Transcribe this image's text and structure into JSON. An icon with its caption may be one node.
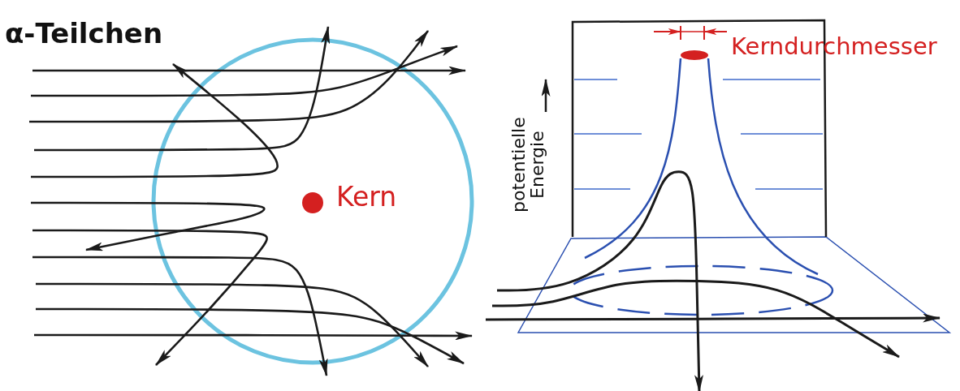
{
  "diagram": {
    "labels": [
      "α-Teilchen",
      "Kerndurchmesser",
      "Kern",
      "potentielle Energie"
    ]
  }
}
